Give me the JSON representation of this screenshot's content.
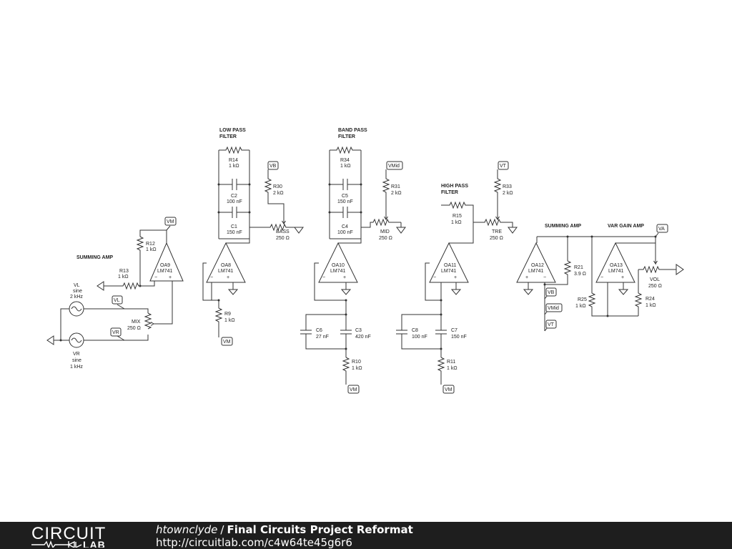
{
  "footer": {
    "author": "htownclyde",
    "separator": "/",
    "project_title": "Final Circuits Project Reformat",
    "url": "http://circuitlab.com/c4w64te45g6r6",
    "logo_top": "CIRCUIT",
    "logo_bottom": "LAB"
  },
  "sections": {
    "summing_amp_left": "SUMMING AMP",
    "low_pass_1": "LOW PASS",
    "low_pass_2": "FILTER",
    "band_pass_1": "BAND PASS",
    "band_pass_2": "FILTER",
    "high_pass_1": "HIGH PASS",
    "high_pass_2": "FILTER",
    "summing_amp_right": "SUMMING AMP",
    "var_gain_amp": "VAR GAIN AMP"
  },
  "components": {
    "r14": {
      "name": "R14",
      "value": "1 kΩ"
    },
    "c2": {
      "name": "C2",
      "value": "100 nF"
    },
    "c1": {
      "name": "C1",
      "value": "150 nF"
    },
    "r30": {
      "name": "R30",
      "value": "2 kΩ"
    },
    "bass": {
      "name": "BASS",
      "value": "250 Ω"
    },
    "oa8": {
      "name": "OA8",
      "value": "LM741"
    },
    "r9": {
      "name": "R9",
      "value": "1 kΩ"
    },
    "r34": {
      "name": "R34",
      "value": "1 kΩ"
    },
    "c5": {
      "name": "C5",
      "value": "150 nF"
    },
    "c4": {
      "name": "C4",
      "value": "100 nF"
    },
    "r31": {
      "name": "R31",
      "value": "2 kΩ"
    },
    "mid": {
      "name": "MID",
      "value": "250 Ω"
    },
    "oa10": {
      "name": "OA10",
      "value": "LM741"
    },
    "c6": {
      "name": "C6",
      "value": "27 nF"
    },
    "c3": {
      "name": "C3",
      "value": "420 nF"
    },
    "r10": {
      "name": "R10",
      "value": "1 kΩ"
    },
    "r15": {
      "name": "R15",
      "value": "1 kΩ"
    },
    "r33": {
      "name": "R33",
      "value": "2 kΩ"
    },
    "tre": {
      "name": "TRE",
      "value": "250 Ω"
    },
    "oa11": {
      "name": "OA11",
      "value": "LM741"
    },
    "c8": {
      "name": "C8",
      "value": "100 nF"
    },
    "c7": {
      "name": "C7",
      "value": "150 nF"
    },
    "r11": {
      "name": "R11",
      "value": "1 kΩ"
    },
    "r12": {
      "name": "R12",
      "value": "1 kΩ"
    },
    "oa9": {
      "name": "OA9",
      "value": "LM741"
    },
    "r13": {
      "name": "R13",
      "value": "1 kΩ"
    },
    "mix": {
      "name": "MIX",
      "value": "250 Ω"
    },
    "vl_src": {
      "name": "VL",
      "type": "sine",
      "value": "2 kHz"
    },
    "vr_src": {
      "name": "VR",
      "type": "sine",
      "value": "1 kHz"
    },
    "oa12": {
      "name": "OA12",
      "value": "LM741"
    },
    "r21": {
      "name": "R21",
      "value": "3.9 Ω"
    },
    "r25": {
      "name": "R25",
      "value": "1 kΩ"
    },
    "oa13": {
      "name": "OA13",
      "value": "LM741"
    },
    "r24": {
      "name": "R24",
      "value": "1 kΩ"
    },
    "vol": {
      "name": "VOL",
      "value": "250 Ω"
    }
  },
  "net_labels": {
    "vm": "VM",
    "vb": "VB",
    "vmid": "VMid",
    "vt": "VT",
    "vl": "VL",
    "vr": "VR",
    "va": "VA"
  },
  "opamp_pins": {
    "minus": "−",
    "plus": "+"
  }
}
